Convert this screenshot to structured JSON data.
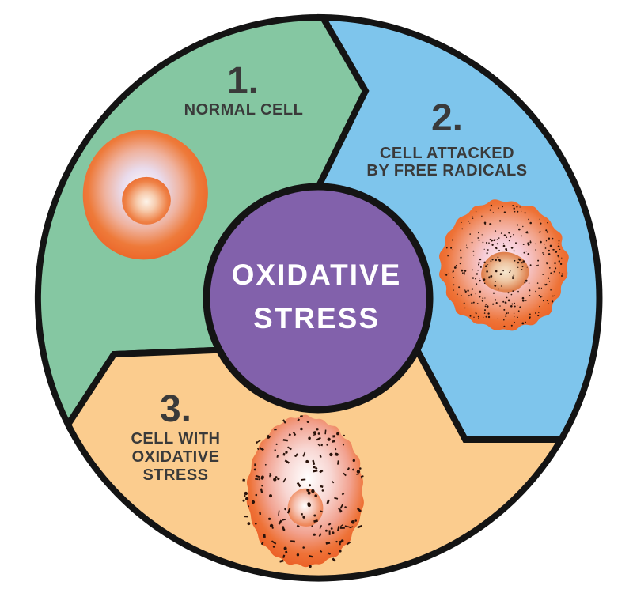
{
  "title": {
    "line1": "OXIDATIVE",
    "line2": "STRESS"
  },
  "segments": [
    {
      "number": "1.",
      "label_lines": [
        "NORMAL CELL"
      ],
      "color": "#85c7a2"
    },
    {
      "number": "2.",
      "label_lines": [
        "CELL ATTACKED",
        "BY FREE RADICALS"
      ],
      "color": "#7ec5ec"
    },
    {
      "number": "3.",
      "label_lines": [
        "CELL WITH",
        "OXIDATIVE",
        "STRESS"
      ],
      "color": "#fbcc8e"
    }
  ],
  "center": {
    "color": "#8261ab"
  },
  "colors": {
    "outline": "#141414",
    "text_dark": "#3a3a3a",
    "title_text": "#ffffff",
    "cell_rim_orange": "#ec6629",
    "speckle": "#2a130b",
    "background": "#ffffff"
  }
}
